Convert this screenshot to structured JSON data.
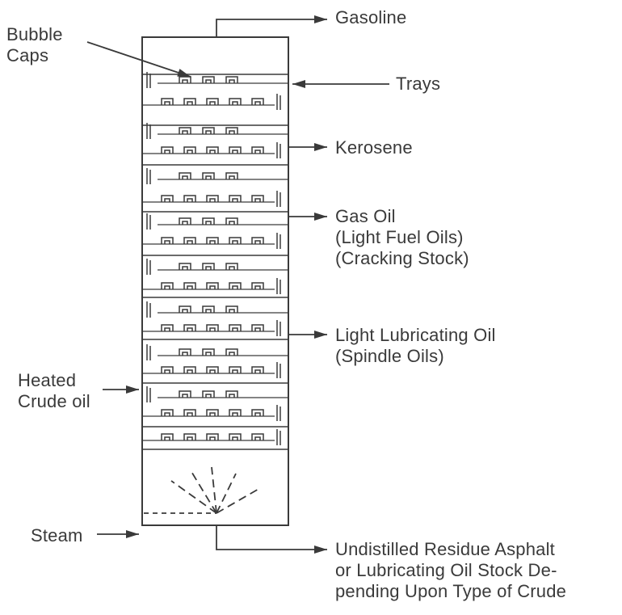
{
  "labels": {
    "bubble_caps": [
      "Bubble",
      "Caps"
    ],
    "gasoline": "Gasoline",
    "trays": "Trays",
    "kerosene": "Kerosene",
    "gas_oil": [
      "Gas Oil",
      "(Light Fuel Oils)",
      "(Cracking Stock)"
    ],
    "light_lubricating_oil": [
      "Light Lubricating Oil",
      "(Spindle Oils)"
    ],
    "heated_crude_oil": [
      "Heated",
      "Crude oil"
    ],
    "steam": "Steam",
    "residue": [
      "Undistilled Residue Asphalt",
      "or Lubricating Oil Stock De-",
      "pending Upon Type of Crude"
    ]
  },
  "colors": {
    "ink": "#3a3a3a",
    "background": "#ffffff"
  }
}
